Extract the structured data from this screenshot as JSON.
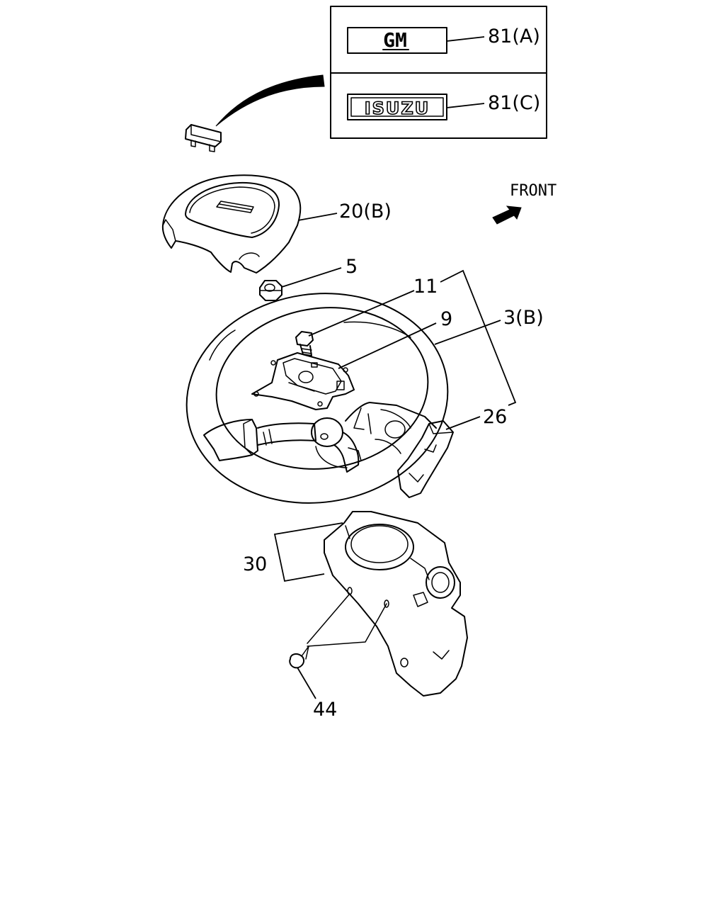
{
  "emblems": {
    "gm_badge_text": "GM",
    "isuzu_badge_text": "ISUZU"
  },
  "direction": {
    "front_label": "FRONT"
  },
  "callouts": {
    "emblem_gm": "81(A)",
    "emblem_isuzu": "81(C)",
    "horn_pad": "20(B)",
    "nut": "5",
    "bolt": "11",
    "horn_plate": "9",
    "wheel_assembly": "3(B)",
    "lower_cover": "26",
    "column_cover": "30",
    "screw": "44"
  },
  "colors": {
    "line": "#000000",
    "background": "#ffffff"
  }
}
